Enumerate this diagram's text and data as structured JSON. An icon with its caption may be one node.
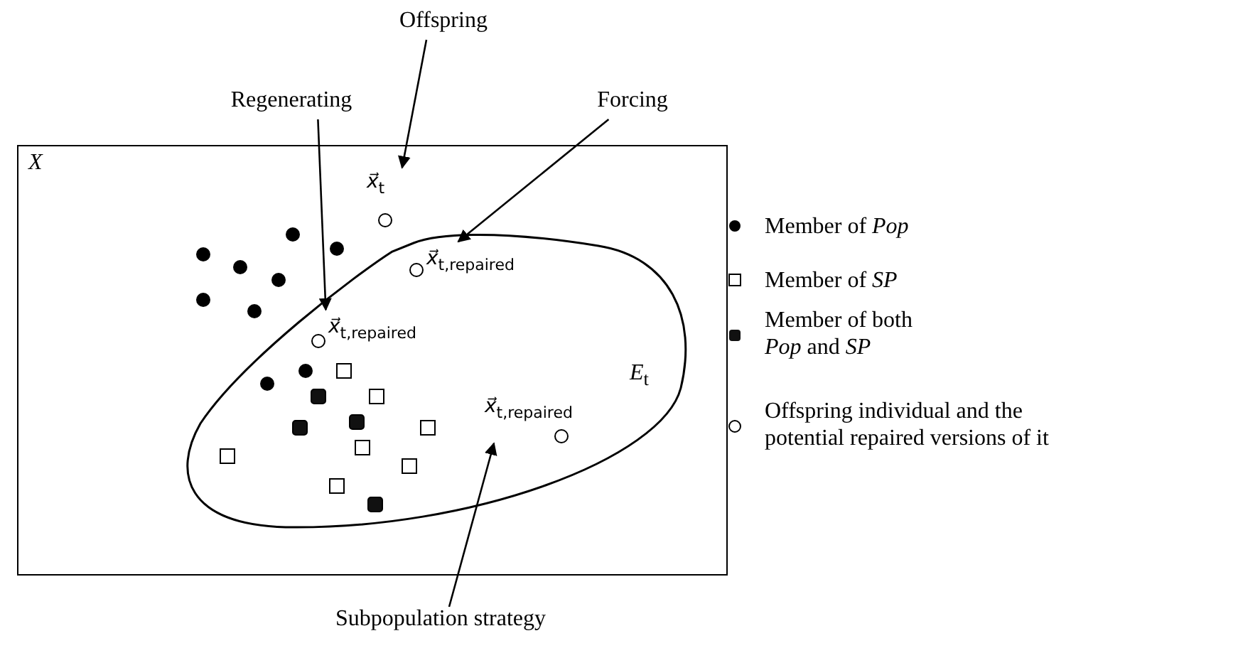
{
  "diagram": {
    "nodes": [
      {
        "text": [
          "*X*"
        ]
      },
      {
        "text": [
          "*E*$_{t}$"
        ],
        "in": 0
      },
      {
        "text": [
          "*x⃗*$_{t}$"
        ],
        "in": 0
      },
      {
        "text": [
          "*x⃗*$_{t,repaired}$"
        ],
        "in": 1
      },
      {
        "text": [
          "*x⃗*$_{t,repaired}$"
        ],
        "in": 1
      },
      {
        "text": [
          "*x⃗*$_{t,repaired}$"
        ],
        "in": 1
      },
      {
        "text": [
          "Offspring"
        ]
      },
      {
        "text": [
          "Regenerating"
        ]
      },
      {
        "text": [
          "Forcing"
        ]
      },
      {
        "text": [
          "Subpopulation strategy"
        ]
      }
    ],
    "edges": [
      {
        "from": 6,
        "to": 2,
        "arrow": "to"
      },
      {
        "from": 7,
        "to": 4,
        "arrow": "to"
      },
      {
        "from": 8,
        "to": 3,
        "arrow": "to"
      },
      {
        "from": 9,
        "to": 5,
        "arrow": "to"
      }
    ],
    "legend": [
      {
        "text": "Member of *Pop*"
      },
      {
        "text": "Member of *SP*"
      },
      {
        "text": "Member of both *Pop* and *SP*"
      },
      {
        "text": "Offspring individual and the potential repaired versions of it"
      }
    ]
  }
}
